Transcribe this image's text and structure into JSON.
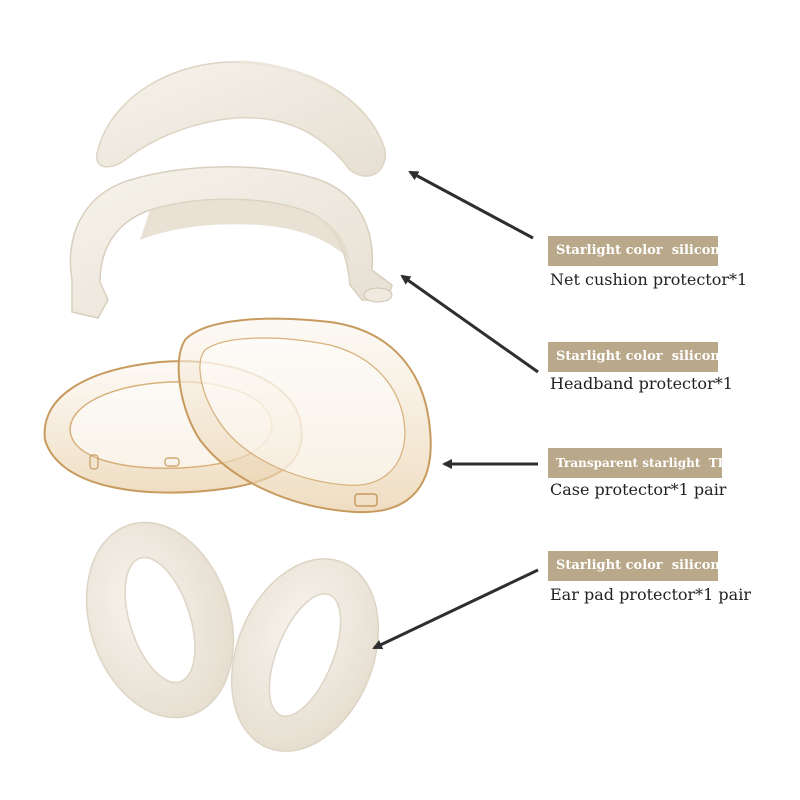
{
  "colors": {
    "tag_background": "#b9a88a",
    "silicone_fill": "#f2eee6",
    "silicone_shadow": "#ddd4c4",
    "tpu_edge": "#c79a5e",
    "arrow": "#2e2e2e"
  },
  "parts": [
    {
      "tag": "Starlight color  silicone",
      "description": "Net cushion protector*1",
      "icon": "net-cushion-protector-image"
    },
    {
      "tag": "Starlight color  silicone",
      "description": "Headband protector*1",
      "icon": "headband-protector-image"
    },
    {
      "tag": "Transparent starlight  TPU",
      "description": "Case protector*1 pair",
      "icon": "case-protector-image"
    },
    {
      "tag": "Starlight color  silicone",
      "description": "Ear pad protector*1 pair",
      "icon": "ear-pad-protector-image"
    }
  ]
}
